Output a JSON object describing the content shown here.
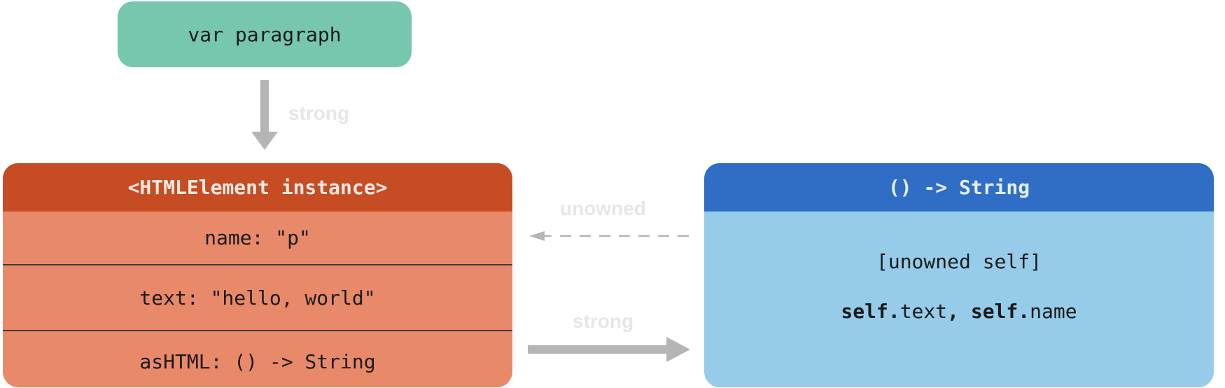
{
  "variable": {
    "label": "var paragraph"
  },
  "instance": {
    "header": "<HTMLElement instance>",
    "properties": [
      "name: \"p\"",
      "text: \"hello, world\"",
      "asHTML: () -> String"
    ]
  },
  "closure": {
    "header": "() -> String",
    "capture_list": "[unowned self]",
    "body": {
      "self1": "self.",
      "text": "text",
      "comma": ", ",
      "self2": "self.",
      "name": "name"
    }
  },
  "references": {
    "variable_to_instance": "strong",
    "closure_to_instance": "unowned",
    "instance_to_closure": "strong"
  },
  "colors": {
    "variable_fill": "#77c6ae",
    "instance_header": "#c64c24",
    "instance_fill": "#e8896a",
    "closure_header": "#2f6ec4",
    "closure_fill": "#96cce9",
    "arrow": "#b5b5b5",
    "arrow_label": "#e6e6e6"
  }
}
